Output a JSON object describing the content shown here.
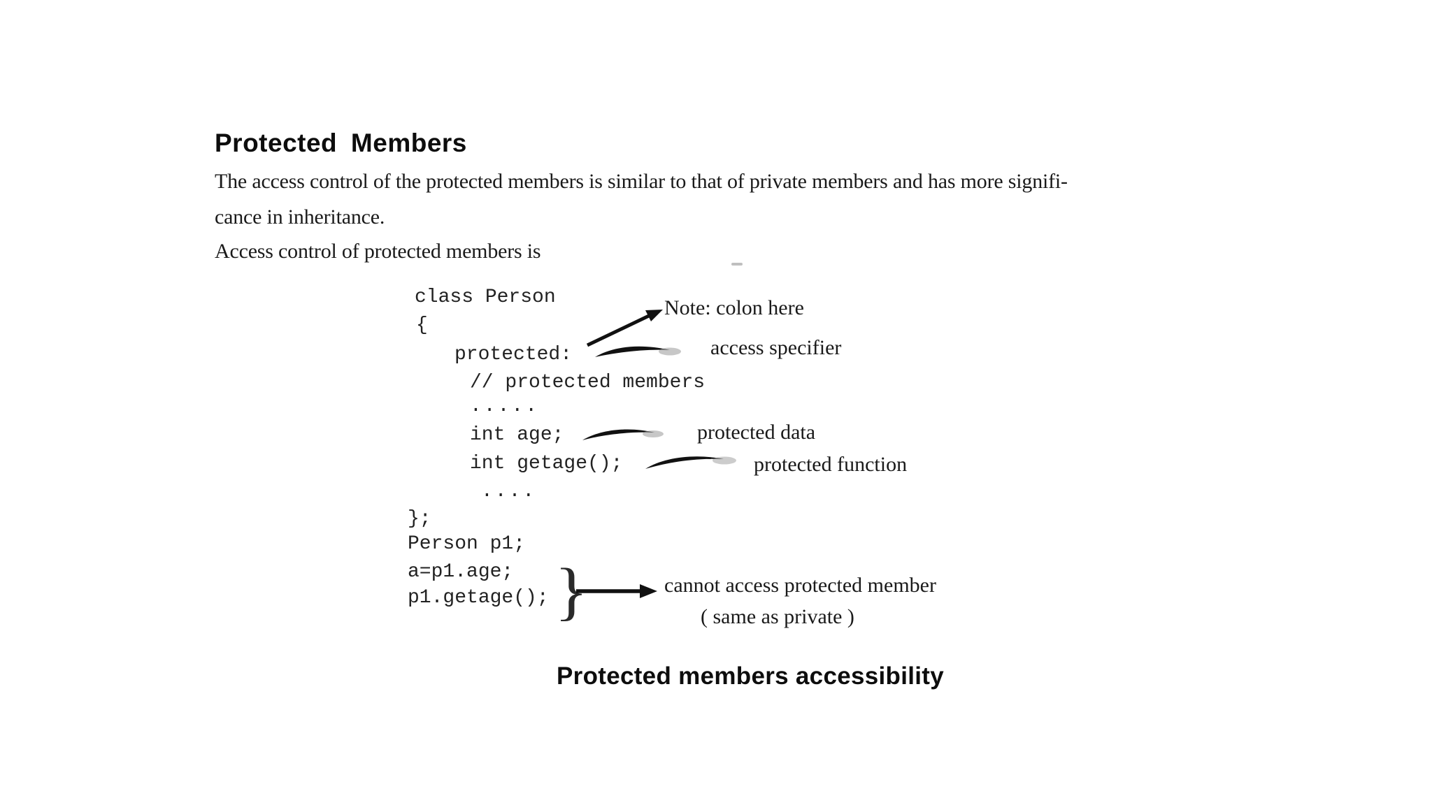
{
  "document": {
    "heading": "Protected Members",
    "paragraph": [
      "The access control of the protected members is similar to that of private members and has more signifi-",
      "cance in inheritance.",
      "Access control of protected members is"
    ],
    "caption": "Protected members accessibility"
  },
  "code": {
    "lines": [
      "class Person",
      "{",
      "protected:",
      "// protected members",
      ".....",
      "int age;",
      "int getage();",
      "....",
      "};",
      "Person p1;",
      "a=p1.age;",
      "p1.getage();"
    ]
  },
  "annotations": {
    "note_colon": "Note: colon here",
    "access_specifier": "access specifier",
    "protected_data": "protected data",
    "protected_function": "protected function",
    "cannot_access": "cannot access protected member",
    "same_as_private": "( same as private )",
    "grouping_brace": "}"
  },
  "colors": {
    "ink": "#1a1a1a",
    "paper": "#ffffff"
  }
}
